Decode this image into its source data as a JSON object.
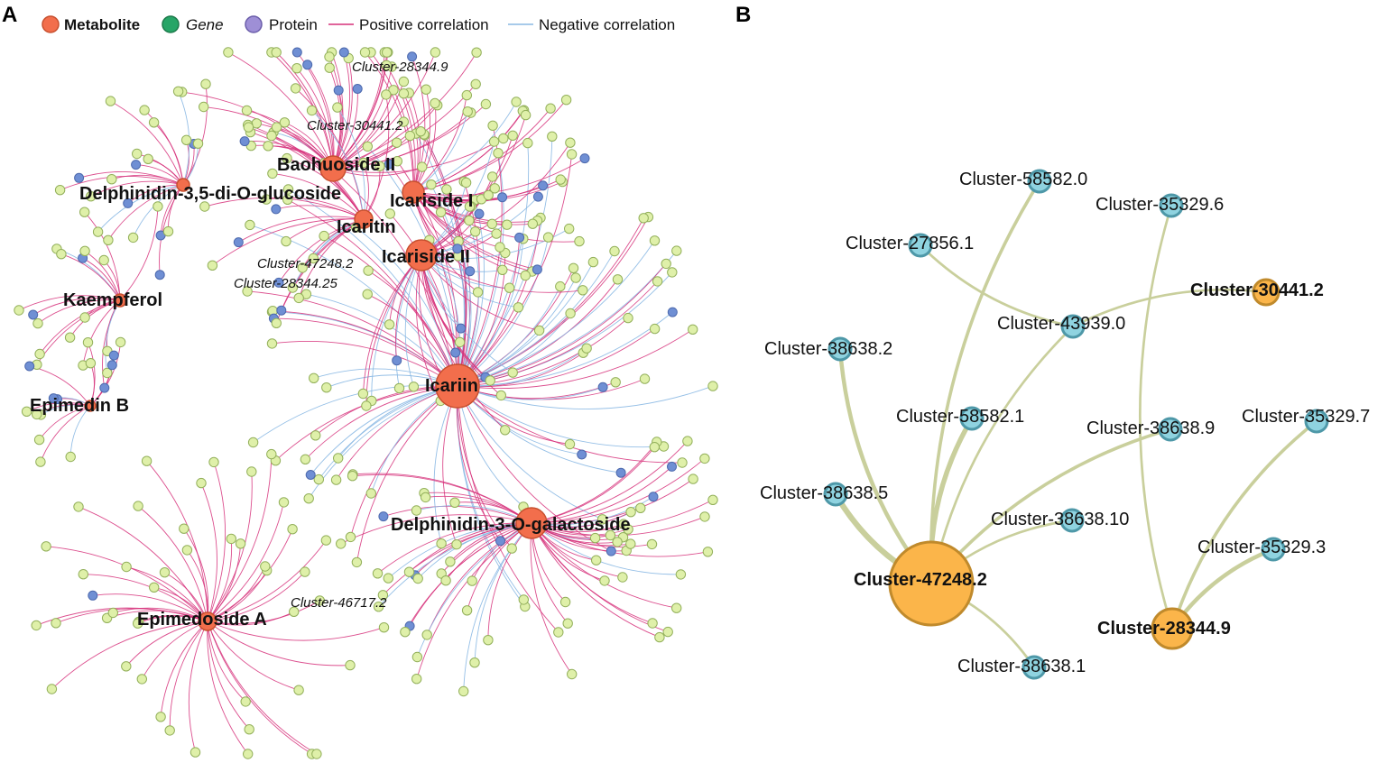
{
  "panels": {
    "a": "A",
    "b": "B"
  },
  "colors": {
    "metabolite": "#f26e4c",
    "metabolite_stroke": "#c7502f",
    "gene": "#27a567",
    "protein": "#9e8fd6",
    "gene_node": "#dff0a9",
    "gene_node_stroke": "#93b05b",
    "protein_node": "#6f8fd4",
    "protein_node_stroke": "#4d69ad",
    "positive": "#d6307a",
    "negative": "#8ab8e3",
    "b_gene": "#8fd3e0",
    "b_gene_stroke": "#4e98a8",
    "b_hub": "#fbb54a",
    "b_hub_stroke": "#c08a2c",
    "b_edge": "#c9cf9c"
  },
  "legend": [
    {
      "key": "metabolite",
      "label": "Metabolite",
      "icon": "circle-orange",
      "bold": true,
      "italic": false
    },
    {
      "key": "gene",
      "label": "Gene",
      "icon": "circle-green",
      "bold": false,
      "italic": true
    },
    {
      "key": "protein",
      "label": "Protein",
      "icon": "circle-purple",
      "bold": false,
      "italic": false
    },
    {
      "key": "positive",
      "label": "Positive correlation",
      "icon": "line-pink",
      "bold": false,
      "italic": false
    },
    {
      "key": "negative",
      "label": "Negative correlation",
      "icon": "line-blue",
      "bold": false,
      "italic": false
    }
  ],
  "network_a": {
    "metabolites": [
      {
        "id": "icariin",
        "label": "Icariin"
      },
      {
        "id": "baohuoside",
        "label": "Baohuoside II"
      },
      {
        "id": "icariside1",
        "label": "Icariside I"
      },
      {
        "id": "icaritin",
        "label": "Icaritin"
      },
      {
        "id": "icariside2",
        "label": "Icariside II"
      },
      {
        "id": "delph35",
        "label": "Delphinidin-3,5-di-O-glucoside"
      },
      {
        "id": "kaempferol",
        "label": "Kaempferol"
      },
      {
        "id": "epimedinb",
        "label": "Epimedin B"
      },
      {
        "id": "epimedoside",
        "label": "Epimedoside A"
      },
      {
        "id": "delph3o",
        "label": "Delphinidin-3-O-galactoside"
      }
    ],
    "cluster_labels": [
      {
        "id": "c1",
        "label": "Cluster-28344.9"
      },
      {
        "id": "c2",
        "label": "Cluster-30441.2"
      },
      {
        "id": "c3",
        "label": "Cluster-47248.2"
      },
      {
        "id": "c4",
        "label": "Cluster-28344.25"
      },
      {
        "id": "c5",
        "label": "Cluster-46717.2"
      }
    ]
  },
  "network_b": {
    "nodes": [
      {
        "id": "n58582_0",
        "label": "Cluster-58582.0",
        "type": "gene"
      },
      {
        "id": "n35329_6",
        "label": "Cluster-35329.6",
        "type": "gene"
      },
      {
        "id": "n27856_1",
        "label": "Cluster-27856.1",
        "type": "gene"
      },
      {
        "id": "n30441_2",
        "label": "Cluster-30441.2",
        "type": "hub"
      },
      {
        "id": "n43939_0",
        "label": "Cluster-43939.0",
        "type": "gene"
      },
      {
        "id": "n38638_2",
        "label": "Cluster-38638.2",
        "type": "gene"
      },
      {
        "id": "n58582_1",
        "label": "Cluster-58582.1",
        "type": "gene"
      },
      {
        "id": "n38638_9",
        "label": "Cluster-38638.9",
        "type": "gene"
      },
      {
        "id": "n35329_7",
        "label": "Cluster-35329.7",
        "type": "gene"
      },
      {
        "id": "n38638_5",
        "label": "Cluster-38638.5",
        "type": "gene"
      },
      {
        "id": "n38638_10",
        "label": "Cluster-38638.10",
        "type": "gene"
      },
      {
        "id": "n35329_3",
        "label": "Cluster-35329.3",
        "type": "gene"
      },
      {
        "id": "n47248_2",
        "label": "Cluster-47248.2",
        "type": "hub"
      },
      {
        "id": "n28344_9",
        "label": "Cluster-28344.9",
        "type": "hub"
      },
      {
        "id": "n38638_1",
        "label": "Cluster-38638.1",
        "type": "gene"
      }
    ],
    "edges": [
      {
        "source": "n47248_2",
        "target": "n58582_0",
        "weight": 4
      },
      {
        "source": "n47248_2",
        "target": "n43939_0",
        "weight": 3
      },
      {
        "source": "n47248_2",
        "target": "n38638_2",
        "weight": 5
      },
      {
        "source": "n47248_2",
        "target": "n58582_1",
        "weight": 6
      },
      {
        "source": "n47248_2",
        "target": "n38638_5",
        "weight": 7
      },
      {
        "source": "n47248_2",
        "target": "n38638_10",
        "weight": 3
      },
      {
        "source": "n47248_2",
        "target": "n38638_9",
        "weight": 4
      },
      {
        "source": "n47248_2",
        "target": "n38638_1",
        "weight": 3
      },
      {
        "source": "n43939_0",
        "target": "n27856_1",
        "weight": 3
      },
      {
        "source": "n43939_0",
        "target": "n30441_2",
        "weight": 3
      },
      {
        "source": "n28344_9",
        "target": "n35329_6",
        "weight": 3
      },
      {
        "source": "n28344_9",
        "target": "n35329_7",
        "weight": 4
      },
      {
        "source": "n28344_9",
        "target": "n35329_3",
        "weight": 5
      }
    ]
  }
}
